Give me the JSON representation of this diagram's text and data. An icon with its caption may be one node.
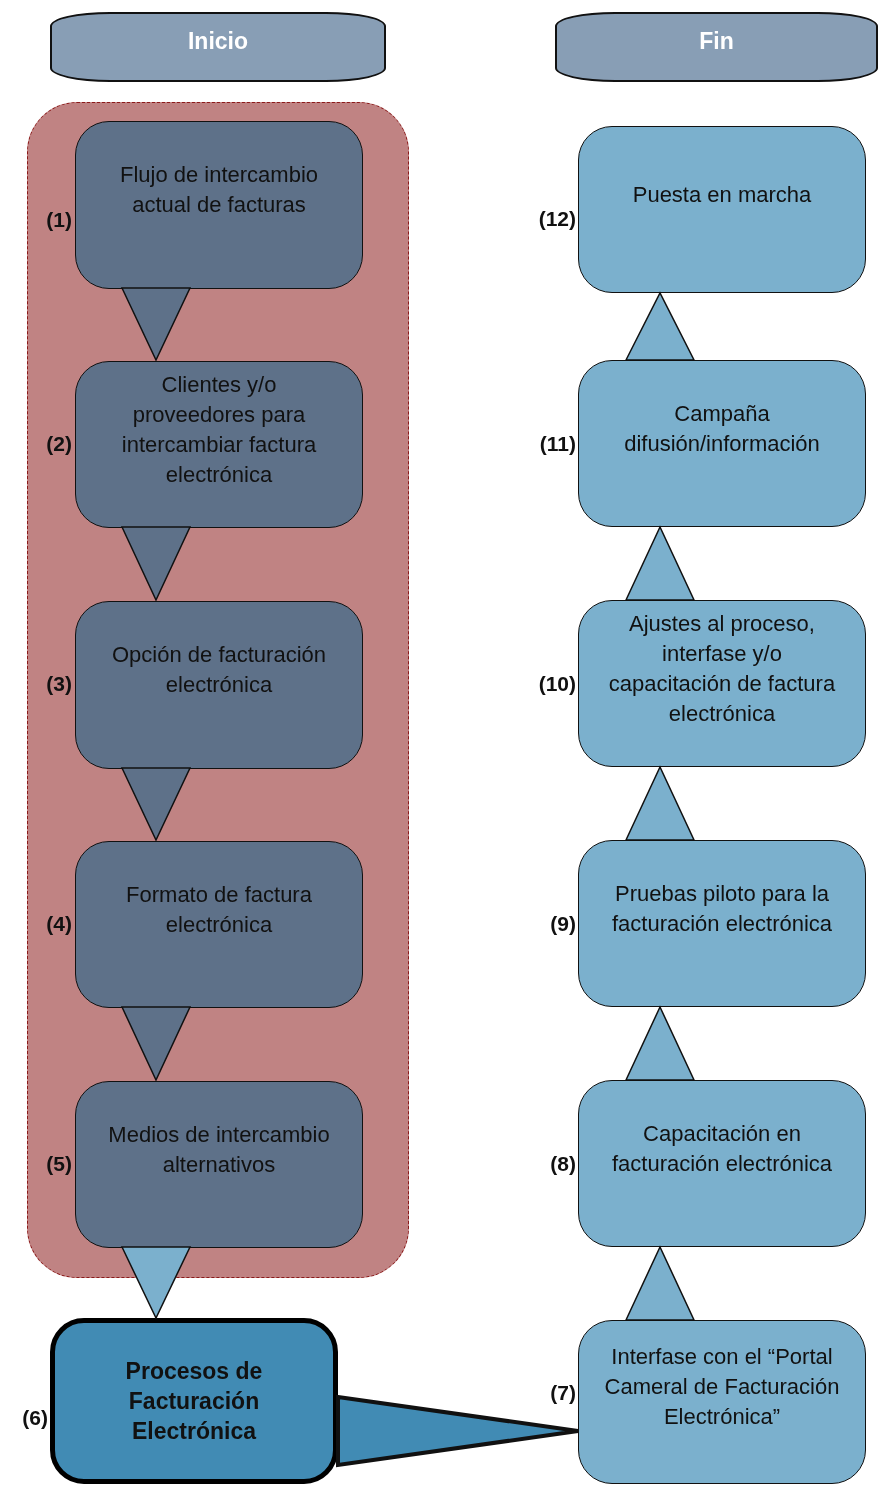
{
  "diagram": {
    "nodes": [
      {
        "text": [
          "Inicio"
        ]
      },
      {
        "text": [
          "Fin"
        ]
      },
      {
        "text": [],
        "shape": "box"
      },
      {
        "text": [
          "Flujo de intercambio actual de facturas"
        ],
        "in": 2,
        "beside": [
          "(1)"
        ]
      },
      {
        "text": [
          "Clientes y/o proveedores para intercambiar factura electrónica"
        ],
        "in": 2,
        "beside": [
          "(2)"
        ]
      },
      {
        "text": [
          "Opción de facturación electrónica"
        ],
        "in": 2,
        "beside": [
          "(3)"
        ]
      },
      {
        "text": [
          "Formato de factura electrónica"
        ],
        "in": 2,
        "beside": [
          "(4)"
        ]
      },
      {
        "text": [
          "Medios de intercambio alternativos"
        ],
        "in": 2,
        "beside": [
          "(5)"
        ]
      },
      {
        "text": [
          "Procesos de Facturación Electrónica"
        ],
        "beside": [
          "(6)"
        ]
      },
      {
        "text": [
          "Puesta en marcha"
        ],
        "beside": [
          "(12)"
        ]
      },
      {
        "text": [
          "Campaña difusión/información"
        ],
        "beside": [
          "(11)"
        ]
      },
      {
        "text": [
          "Ajustes al proceso, interfase y/o capacitación de factura electrónica"
        ],
        "beside": [
          "(10)"
        ]
      },
      {
        "text": [
          "Pruebas piloto para la facturación electrónica"
        ],
        "beside": [
          "(9)"
        ]
      },
      {
        "text": [
          "Capacitación en facturación electrónica"
        ],
        "beside": [
          "(8)"
        ]
      },
      {
        "text": [
          "Interfase con el “Portal Cameral de Facturación Electrónica”"
        ],
        "beside": [
          "(7)"
        ]
      }
    ],
    "edges": [
      {
        "from": 3,
        "to": 4,
        "arrow": "to",
        "color": "#5e7189"
      },
      {
        "from": 4,
        "to": 5,
        "arrow": "to",
        "color": "#5e7189"
      },
      {
        "from": 5,
        "to": 6,
        "arrow": "to",
        "color": "#5e7189"
      },
      {
        "from": 6,
        "to": 7,
        "arrow": "to",
        "color": "#5e7189"
      },
      {
        "from": 7,
        "to": 8,
        "arrow": "to"
      },
      {
        "from": 8,
        "to": 14,
        "arrow": "to",
        "style": "thick",
        "color": "#418bb4"
      },
      {
        "from": 14,
        "to": 13,
        "arrow": "to"
      },
      {
        "from": 13,
        "to": 12,
        "arrow": "to"
      },
      {
        "from": 12,
        "to": 11,
        "arrow": "to"
      },
      {
        "from": 11,
        "to": 10,
        "arrow": "to"
      },
      {
        "from": 10,
        "to": 9,
        "arrow": "to"
      }
    ]
  }
}
